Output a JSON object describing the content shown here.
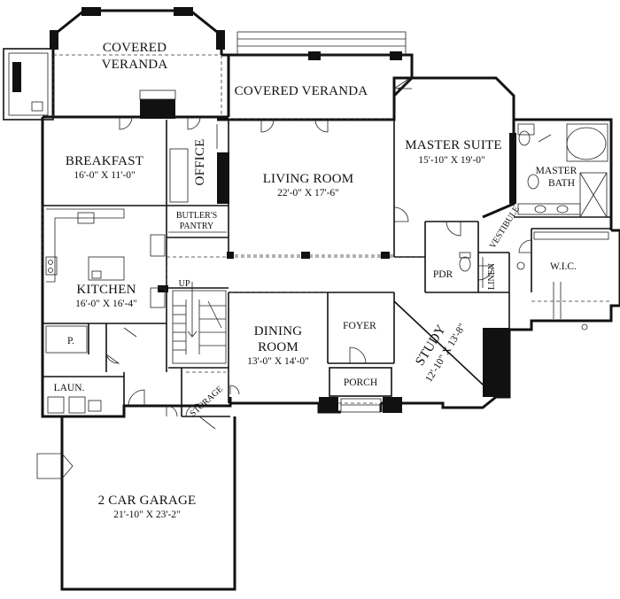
{
  "rooms": {
    "covered_veranda_left": {
      "line1": "COVERED",
      "line2": "VERANDA"
    },
    "covered_veranda_right": {
      "name": "COVERED VERANDA"
    },
    "breakfast": {
      "name": "BREAKFAST",
      "dims": "16'-0\" X 11'-0\""
    },
    "office": {
      "name": "OFFICE"
    },
    "butlers_pantry": {
      "line1": "BUTLER'S",
      "line2": "PANTRY"
    },
    "living_room": {
      "name": "LIVING ROOM",
      "dims": "22'-0\" X 17'-6\""
    },
    "master_suite": {
      "name": "MASTER SUITE",
      "dims": "15'-10\" X 19'-0\""
    },
    "master_bath": {
      "line1": "MASTER",
      "line2": "BATH"
    },
    "vestibule": {
      "name": "VESTIBULE"
    },
    "kitchen": {
      "name": "KITCHEN",
      "dims": "16'-0\" X 16'-4\""
    },
    "pantry": {
      "name": "P."
    },
    "up": {
      "name": "UP"
    },
    "pdr": {
      "name": "PDR"
    },
    "linen": {
      "name": "LINEN"
    },
    "wic": {
      "name": "W.I.C."
    },
    "dining_room": {
      "line1": "DINING",
      "line2": "ROOM",
      "dims": "13'-0\" X 14'-0\""
    },
    "foyer": {
      "name": "FOYER"
    },
    "study": {
      "name": "STUDY",
      "dims": "12'-10\" X 13'-8\""
    },
    "porch": {
      "name": "PORCH"
    },
    "laundry": {
      "name": "LAUN."
    },
    "storage": {
      "name": "STORAGE"
    },
    "garage": {
      "name": "2 CAR GARAGE",
      "dims": "21'-10\" X 23'-2\""
    }
  }
}
